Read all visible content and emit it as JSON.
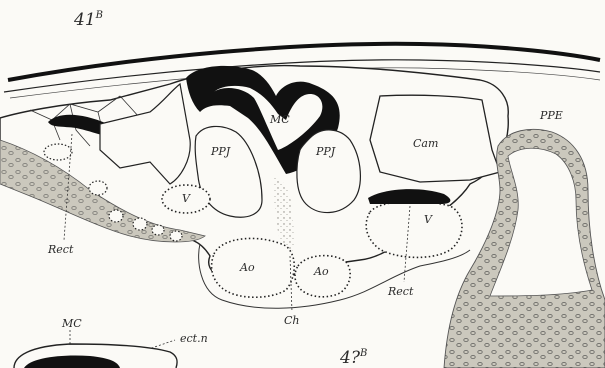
{
  "figure": {
    "plate_top": {
      "number": "41",
      "suffix": "B"
    },
    "plate_bottom": {
      "number": "4?",
      "suffix": "B"
    },
    "labels": {
      "mc": "MC",
      "ppj_left": "PPJ",
      "ppj_right": "PPJ",
      "cam": "Cam",
      "ppe": "PPE",
      "v_left": "V",
      "v_right": "V",
      "ao_left": "Ao",
      "ao_right": "Ao",
      "rect_left": "Rect",
      "rect_right": "Rect",
      "ch": "Ch",
      "mc_lower": "MC",
      "ect_n": "ect.n"
    }
  },
  "colors": {
    "ink": "#111111",
    "paper": "#fbfaf6",
    "tissue": "#cbc8bd",
    "speckle": "#8a8780"
  }
}
